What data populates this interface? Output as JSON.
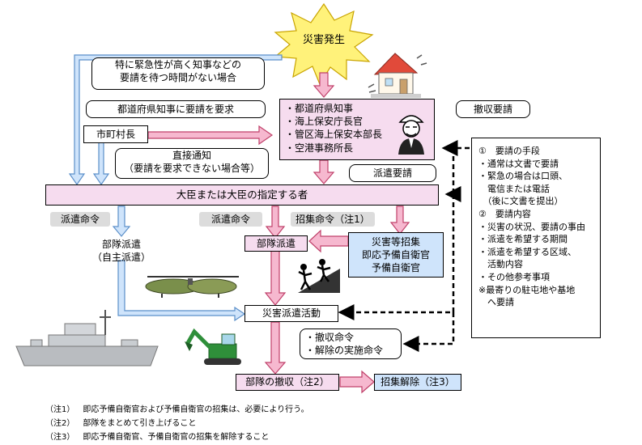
{
  "trigger": "災害発生",
  "urgent_note": [
    "特に緊急性が高く知事などの",
    "要請を待つ時間がない場合"
  ],
  "request_demand": "都道府県知事に要請を要求",
  "mayor": "市町村長",
  "direct_notice": [
    "直接通知",
    "（要請を要求できない場合等）"
  ],
  "requesters": [
    "・都道府県知事",
    "・海上保安庁長官",
    "・管区海上保安本部長",
    "・空港事務所長"
  ],
  "withdraw_request": "撤収要請",
  "dispatch_request": "派遣要請",
  "minister": "大臣または大臣の指定する者",
  "orders": {
    "left": "派遣命令",
    "middle": "派遣命令",
    "callup": "招集命令（注1）"
  },
  "self_dispatch": [
    "部隊派遣",
    "（自主派遣）"
  ],
  "unit_dispatch": "部隊派遣",
  "reserve_callup": [
    "災害等招集",
    "即応予備自衛官",
    "予備自衛官"
  ],
  "relief_activity": "災害派遣活動",
  "withdraw_orders": [
    "・撤収命令",
    "・解除の実施命令"
  ],
  "unit_withdrawal": "部隊の撤収（注2）",
  "callup_release": "招集解除（注3）",
  "side_panel": [
    "①　要請の手段",
    "・通常は文書で要請",
    "・緊急の場合は口頭、",
    "　電信または電話",
    "　（後に文書を提出）",
    "②　要請内容",
    "・災害の状況、要請の事由",
    "・派遣を希望する期間",
    "・派遣を希望する区域、",
    "　活動内容",
    "・その他参考事項",
    "※最寄りの駐屯地や基地",
    "　へ要請"
  ],
  "notes": [
    {
      "id": "（注1）",
      "text": "即応予備自衛官および予備自衛官の招集は、必要により行う。"
    },
    {
      "id": "（注2）",
      "text": "部隊をまとめて引き上げること"
    },
    {
      "id": "（注3）",
      "text": "即応予備自衛官、予備自衛官の招集を解除すること"
    }
  ],
  "icons": [
    "explosion-icon",
    "damaged-house-icon",
    "official-person-icon",
    "helicopter-icon",
    "climbers-icon",
    "ship-icon",
    "excavator-icon"
  ]
}
